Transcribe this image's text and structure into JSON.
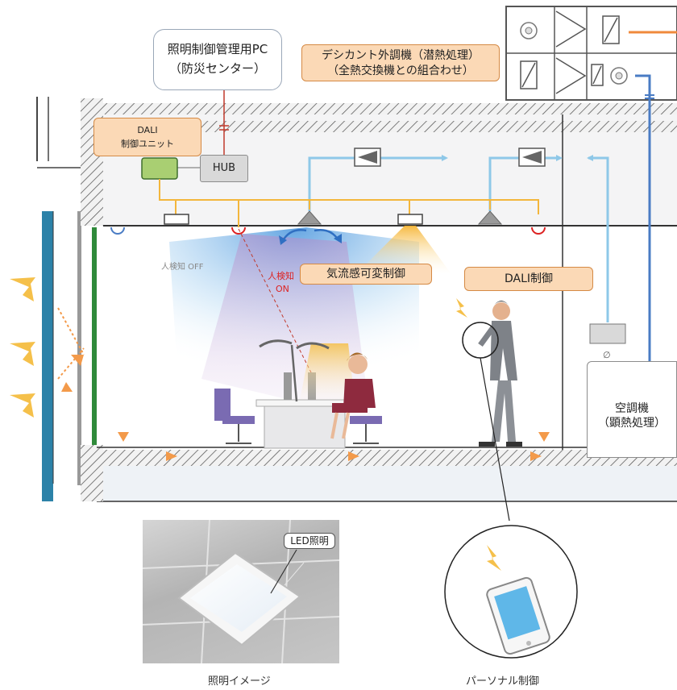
{
  "labels": {
    "control_pc": [
      "照明制御管理用PC",
      "（防災センター）"
    ],
    "dali_unit": [
      "DALI",
      "制御ユニット"
    ],
    "hub": "HUB",
    "desiccant": [
      "デシカント外調機（潜熱処理）",
      "（全熱交換機との組合わせ）"
    ],
    "airflow": "気流感可変制御",
    "dali_control": "DALI制御",
    "presence": [
      "人検知",
      "ON"
    ],
    "presence_off": "人検知 OFF",
    "ac_unit": [
      "空調機",
      "（顕熱処理）"
    ],
    "led": "LED照明",
    "caption_lighting": "照明イメージ",
    "caption_personal": "パーソナル制御"
  },
  "colors": {
    "orange_line": "#f3b63c",
    "blue_duct": "#8ec8e8",
    "dark_blue": "#4a7cc4",
    "red_line": "#c0392b",
    "wall_hatch": "#555555",
    "label_fill": "#fbd9b6",
    "arrow_orange": "#f39a4a"
  },
  "icons": [
    "fan-icon",
    "lightning-icon",
    "smartphone-icon",
    "led-light-icon"
  ]
}
